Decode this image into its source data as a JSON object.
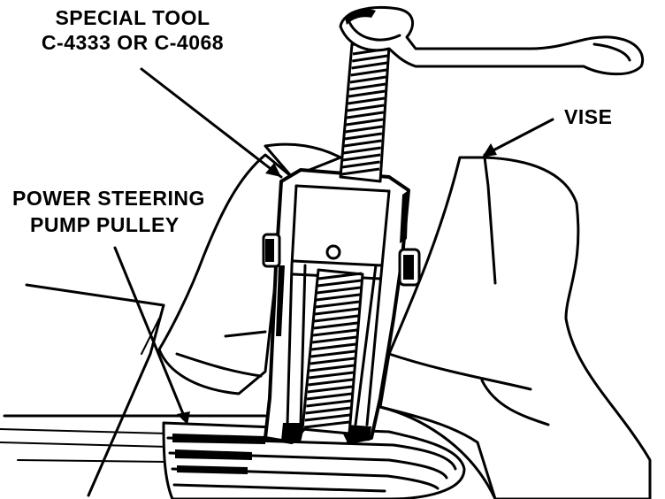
{
  "labels": {
    "tool_line1": "SPECIAL TOOL",
    "tool_line2": "C-4333 OR C-4068",
    "vise": "VISE",
    "pulley_line1": "POWER STEERING",
    "pulley_line2": "PUMP PULLEY"
  },
  "colors": {
    "ink": "#000000",
    "paper": "#ffffff"
  }
}
